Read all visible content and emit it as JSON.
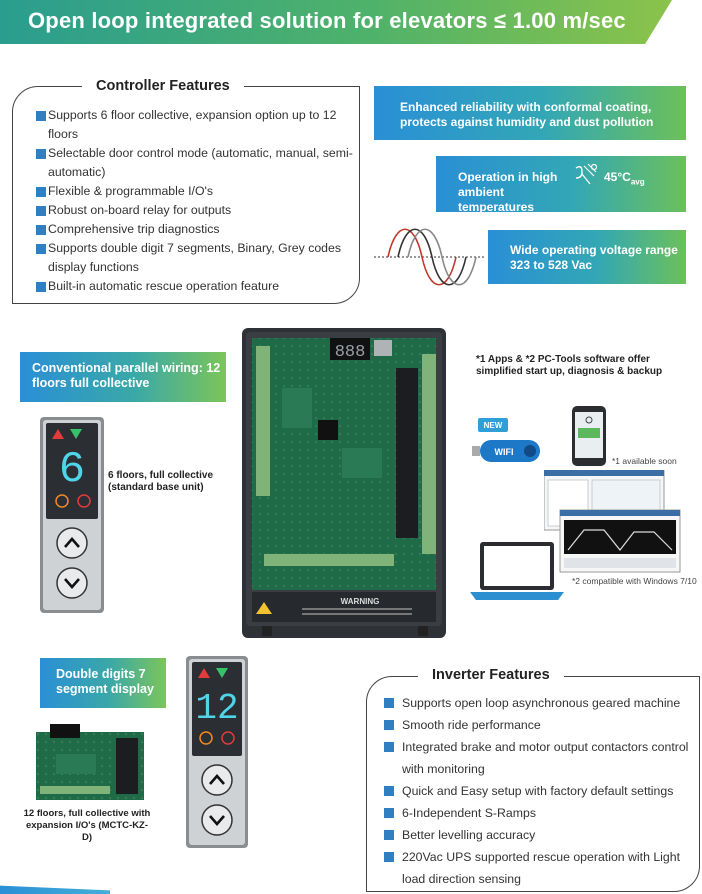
{
  "header": {
    "title": "Open loop integrated solution for elevators ≤ 1.00 m/sec"
  },
  "controller_features": {
    "title": "Controller Features",
    "items": [
      "Supports 6 floor collective, expansion option up to 12 floors",
      "Selectable door control mode (automatic, manual, semi-automatic)",
      "Flexible & programmable I/O's",
      "Robust on-board relay for outputs",
      "Comprehensive trip diagnostics",
      "Supports double digit 7 segments, Binary, Grey codes display functions",
      "Built-in automatic rescue operation feature"
    ]
  },
  "banners": {
    "coating": "Enhanced reliability with conformal coating, protects against humidity and dust pollution",
    "temperature_main": "Operation in high ambient temperatures",
    "temperature_value": "45°C",
    "temperature_sub": "avg",
    "voltage": "Wide operating voltage range 323 to 528 Vac",
    "parallel_wiring": "Conventional parallel wiring: 12 floors full collective",
    "double_digits": "Double digits 7 segment display"
  },
  "board": {
    "display_digits": "888",
    "warning_label": "WARNING"
  },
  "software": {
    "text": "*1 Apps & *2 PC-Tools software offer simplified start up, diagnosis & backup",
    "new_badge": "NEW",
    "wifi_label": "WIFI",
    "available_note": "*1 available soon",
    "compatible_note": "*2 compatible with Windows 7/10"
  },
  "panel_6": {
    "digit": "6",
    "caption": "6 floors, full collective (standard base unit)"
  },
  "panel_12": {
    "digit": "12",
    "caption": "12 floors, full collective with expansion I/O's (MCTC-KZ-D)"
  },
  "inverter_features": {
    "title": "Inverter Features",
    "items": [
      "Supports open loop asynchronous geared machine",
      "Smooth ride performance",
      "Integrated brake and motor output contactors control with monitoring",
      "Quick and Easy setup with factory default settings",
      "6-Independent S-Ramps",
      "Better levelling accuracy",
      "220Vac UPS supported rescue operation with Light load direction sensing"
    ]
  },
  "colors": {
    "accent_blue": "#2f7fc1",
    "banner_start": "#2a8fd6",
    "banner_end": "#6cc05a"
  }
}
